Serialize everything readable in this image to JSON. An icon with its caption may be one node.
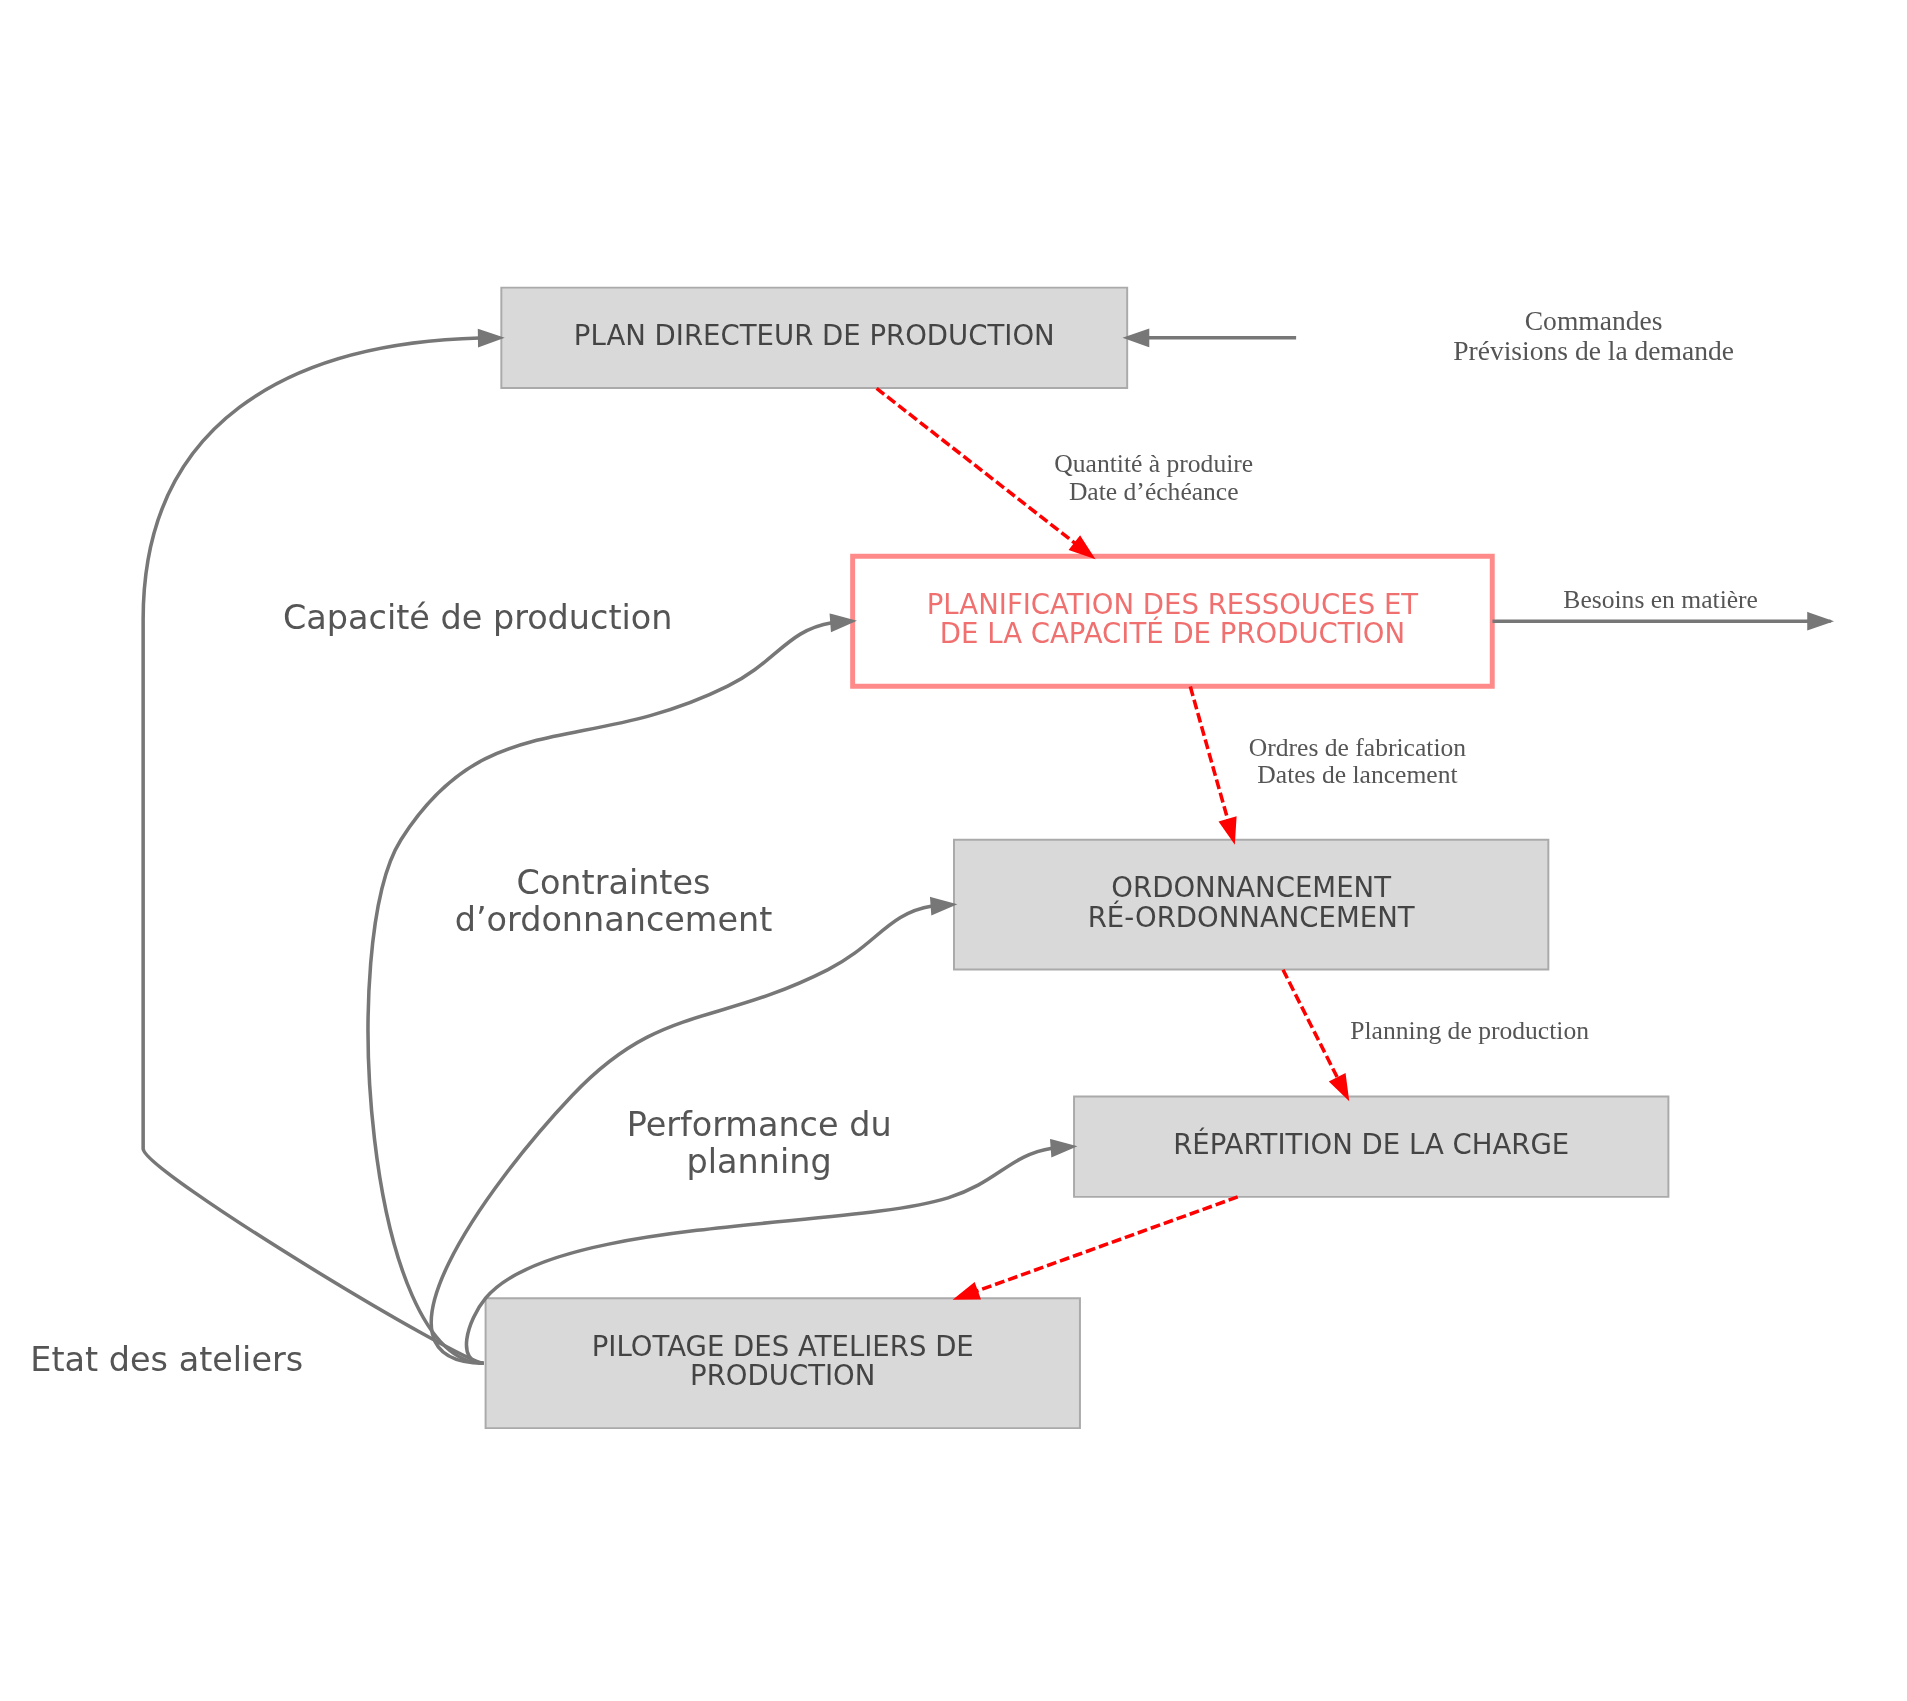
{
  "diagram": {
    "nodes": [
      {
        "text": [
          "PLAN DIRECTEUR DE PRODUCTION"
        ]
      },
      {
        "text": [
          "PLANIFICATION DES RESSOUCES ET DE LA CAPACITÉ DE PRODUCTION"
        ]
      },
      {
        "text": [
          "ORDONNANCEMENT",
          "RÉ-ORDONNANCEMENT"
        ]
      },
      {
        "text": [
          "RÉPARTITION DE LA CHARGE"
        ]
      },
      {
        "text": [
          "PILOTAGE DES ATELIERS DE PRODUCTION"
        ]
      },
      {
        "text": [
          "Commandes",
          "Prévisions de la demande"
        ]
      }
    ],
    "edges": [
      {
        "from": 5,
        "to": 0,
        "arrow": "to"
      },
      {
        "from": 0,
        "to": 1,
        "arrow": "to",
        "label": "Quantité à produire Date d’échéance",
        "style": "dashed",
        "color": "#ff0000"
      },
      {
        "from": 1,
        "to": null,
        "arrow": "to",
        "label": "Besoins en matière"
      },
      {
        "from": 1,
        "to": 2,
        "arrow": "to",
        "label": "Ordres de fabrication Dates de lancement",
        "style": "dashed",
        "color": "#ff0000"
      },
      {
        "from": 2,
        "to": 3,
        "arrow": "to",
        "label": "Planning de production",
        "style": "dashed",
        "color": "#ff0000"
      },
      {
        "from": 3,
        "to": 4,
        "arrow": "to",
        "style": "dashed",
        "color": "#ff0000"
      },
      {
        "from": 4,
        "to": 0,
        "arrow": "to"
      },
      {
        "from": 4,
        "to": 1,
        "arrow": "to"
      },
      {
        "from": 4,
        "to": 2,
        "arrow": "to"
      },
      {
        "from": 4,
        "to": 3,
        "arrow": "to"
      }
    ],
    "labels": [
      "Capacité de production",
      "Contraintes d’ordonnancement",
      "Performance du planning",
      "Etat des ateliers"
    ]
  }
}
